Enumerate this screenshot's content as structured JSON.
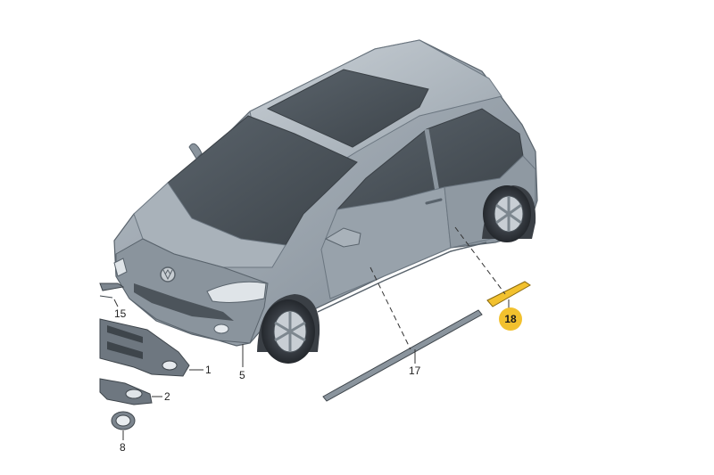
{
  "diagram": {
    "callouts": {
      "c1": "1",
      "c2": "2",
      "c5": "5",
      "c8": "8",
      "c15": "15",
      "c17": "17",
      "c18": "18"
    },
    "colors": {
      "body": "#9ca6b0",
      "body_dark": "#6f7a85",
      "glass": "#4a5259",
      "highlight": "#f2c12e",
      "leader": "#333333"
    }
  }
}
